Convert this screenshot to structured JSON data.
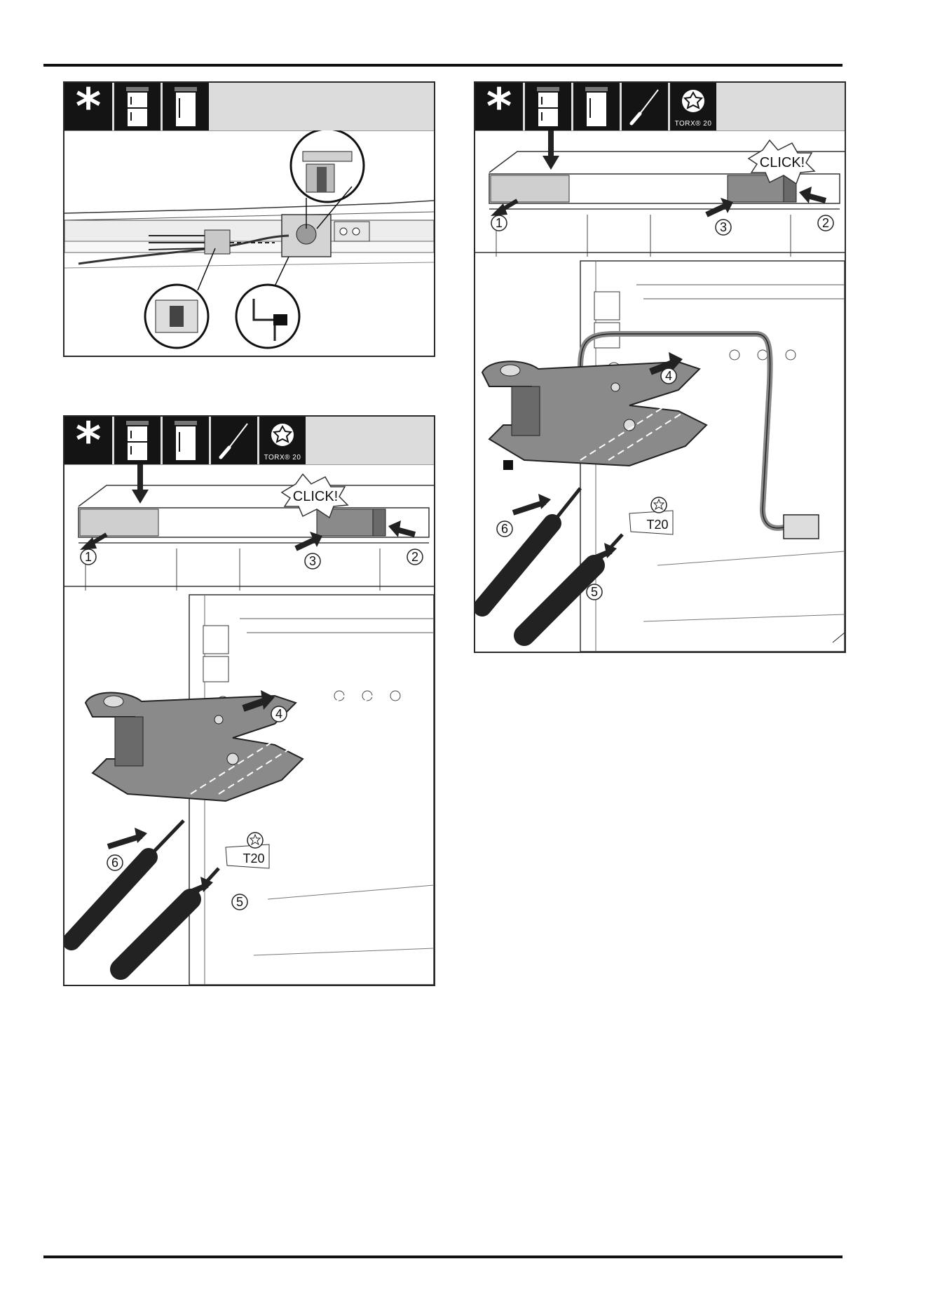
{
  "panels": [
    {
      "header_icons": [
        "asterisk-icon",
        "fridge-freezer-icon",
        "single-door-icon"
      ]
    },
    {
      "header_icons": [
        "asterisk-icon",
        "fridge-freezer-icon",
        "single-door-icon",
        "screwdriver-icon",
        "torx-icon"
      ],
      "torx_label": "TORX® 20",
      "click_label": "CLICK!",
      "steps": [
        "1",
        "2",
        "3",
        "4",
        "5",
        "6"
      ],
      "bit_label": "T20"
    },
    {
      "header_icons": [
        "asterisk-icon",
        "fridge-freezer-icon",
        "single-door-icon",
        "screwdriver-icon",
        "torx-icon"
      ],
      "torx_label": "TORX® 20",
      "click_label": "CLICK!",
      "steps": [
        "1",
        "2",
        "3",
        "4",
        "5",
        "6"
      ],
      "bit_label": "T20"
    }
  ],
  "colors": {
    "header_tile": "#141414",
    "header_bar": "#dcdcdc",
    "part_grey": "#8a8a8a",
    "part_light": "#c8c8c8",
    "line": "#2a2a2a"
  }
}
